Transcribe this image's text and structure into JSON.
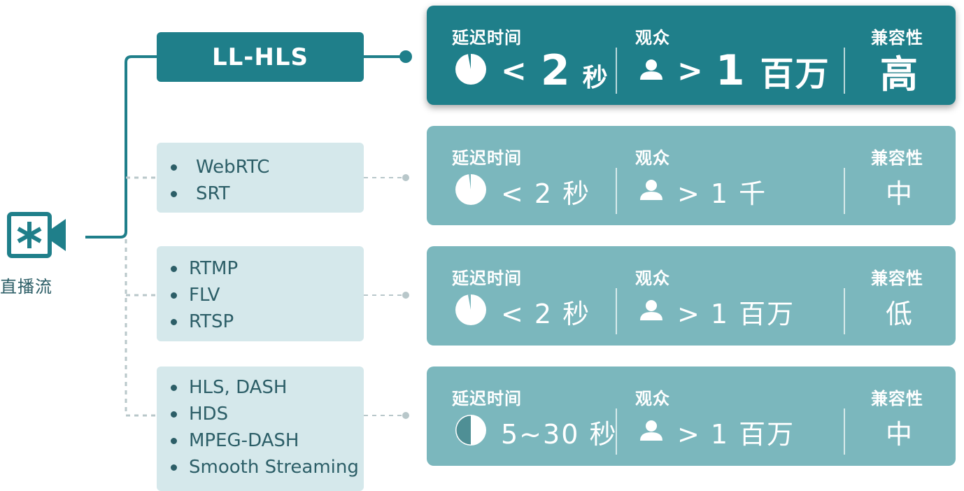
{
  "root": {
    "label": "直播流",
    "icon": "camera-icon"
  },
  "headers": {
    "latency": "延迟时间",
    "audience": "观众",
    "compatibility": "兼容性"
  },
  "groups": [
    {
      "protocols": [
        "LL-HLS"
      ],
      "highlight": true,
      "latency_pie_fraction": 0.97,
      "latency_prefix": "<",
      "latency_num": "2",
      "latency_unit": "秒",
      "audience_prefix": ">",
      "audience_num": "1",
      "audience_unit": "百万",
      "compatibility": "高"
    },
    {
      "protocols": [
        "WebRTC",
        "SRT"
      ],
      "latency": "< 2 秒",
      "latency_pie_fraction": 0.98,
      "audience": "> 1 千",
      "compatibility": "中"
    },
    {
      "protocols": [
        "RTMP",
        "FLV",
        "RTSP"
      ],
      "latency": "< 2 秒",
      "latency_pie_fraction": 0.97,
      "audience": "> 1 百万",
      "compatibility": "低"
    },
    {
      "protocols": [
        "HLS, DASH",
        "HDS",
        "MPEG-DASH",
        "Smooth Streaming"
      ],
      "latency": "5~30 秒",
      "latency_pie_fraction": 0.5,
      "audience": "> 1 百万",
      "compatibility": "中"
    }
  ],
  "colors": {
    "primary": "#1f7f8a",
    "secondary": "#7bb7bd",
    "light": "#d5e8eb",
    "dashed": "#b8c7ca"
  }
}
